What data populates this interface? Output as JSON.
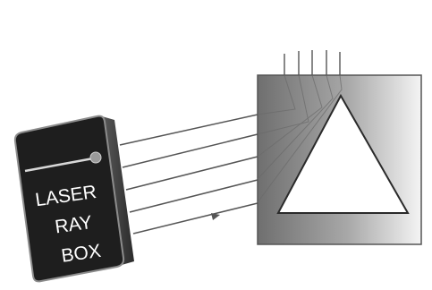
{
  "laser_box": {
    "label_line1": "LASER",
    "label_line2": "RAY",
    "label_line3": "BOX"
  },
  "colors": {
    "box_body": "#1e1e1e",
    "box_edge": "#8c8c8c",
    "prism_fill": "#ffffff",
    "block_dark": "#7a7a7a",
    "block_light": "#f2f2f2",
    "ray": "#555555"
  },
  "rays_incoming": 5,
  "rays_emergent": 5
}
